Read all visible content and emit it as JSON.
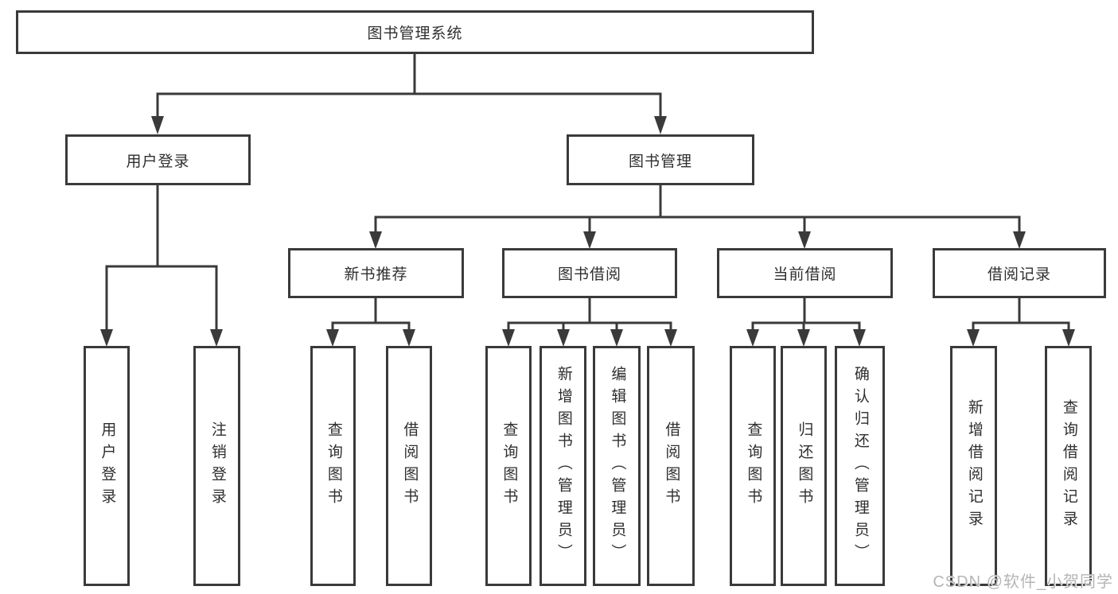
{
  "nodes": {
    "root": {
      "label": "图书管理系统"
    },
    "level2": [
      {
        "label": "用户登录"
      },
      {
        "label": "图书管理"
      }
    ],
    "level3": [
      {
        "label": "新书推荐"
      },
      {
        "label": "图书借阅"
      },
      {
        "label": "当前借阅"
      },
      {
        "label": "借阅记录"
      }
    ],
    "level4": [
      {
        "label": "用户登录"
      },
      {
        "label": "注销登录"
      },
      {
        "label": "查询图书"
      },
      {
        "label": "借阅图书"
      },
      {
        "label": "查询图书"
      },
      {
        "label": "新增图书（管理员）"
      },
      {
        "label": "编辑图书（管理员）"
      },
      {
        "label": "借阅图书"
      },
      {
        "label": "查询图书"
      },
      {
        "label": "归还图书"
      },
      {
        "label": "确认归还（管理员）"
      },
      {
        "label": "新增借阅记录"
      },
      {
        "label": "查询借阅记录"
      }
    ]
  },
  "watermark": {
    "text": "CSDN @软件_小贺同学"
  },
  "colors": {
    "line": "#3a3a3a",
    "text": "#2f2f2f",
    "box_fill": "#ffffff",
    "background": "#ffffff",
    "watermark": "#b5b5b5"
  }
}
